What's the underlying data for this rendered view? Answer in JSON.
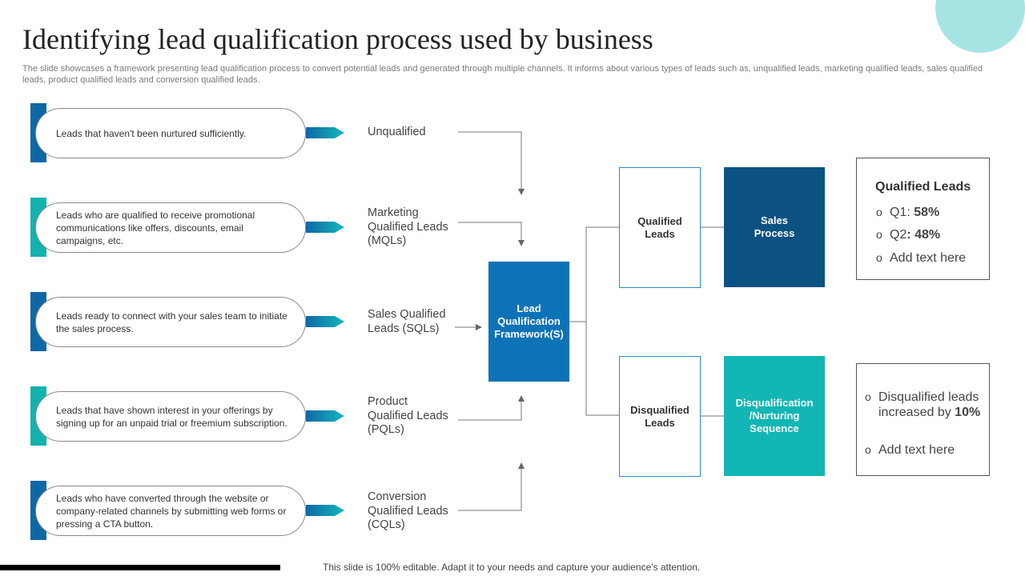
{
  "title": "Identifying lead qualification process used by business",
  "subtitle": "The slide showcases a framework presenting lead qualification process to convert potential leads and generated through multiple channels. It informs about various types of leads such as, unqualified leads, marketing qualified leads, sales qualified leads, product qualified leads and conversion qualified leads.",
  "rows": [
    {
      "description": "Leads that haven't been nurtured sufficiently.",
      "stage": "Unqualified"
    },
    {
      "description": "Leads who are qualified to receive promotional communications like offers, discounts, email campaigns, etc.",
      "stage": "Marketing\nQualified Leads\n(MQLs)"
    },
    {
      "description": "Leads ready to connect with your sales team to initiate the sales process.",
      "stage": "Sales Qualified\nLeads (SQLs)"
    },
    {
      "description": "Leads that have shown interest in your offerings by signing up for an unpaid trial or freemium subscription.",
      "stage": "Product\nQualified Leads\n(PQLs)"
    },
    {
      "description": "Leads who have converted through the website or company-related channels by submitting web forms or pressing a CTA button.",
      "stage": "Conversion\nQualified Leads\n(CQLs)"
    }
  ],
  "framework": "Lead\nQualification\nFramework(S)",
  "qualified_leads": "Qualified\nLeads",
  "sales_process": "Sales\nProcess",
  "disqualified_leads": "Disqualified\nLeads",
  "disqualification_sequence": "Disqualification\n/Nurturing\nSequence",
  "qualified_panel": {
    "heading": "Qualified Leads",
    "q1_label": "Q1: ",
    "q1_value": "58%",
    "q2_label": "Q2",
    "q2_value": ": 48%",
    "extra": "Add text here"
  },
  "disqualified_panel": {
    "line1": "Disqualified leads",
    "line2_prefix": "increased by ",
    "line2_value": "10%",
    "extra": "Add text here"
  },
  "bullet_symbol": "o",
  "footer": "This slide is 100% editable. Adapt it to your needs and capture your audience's attention.",
  "colors": {
    "blue": "#0e72b6",
    "dark_blue": "#0b5283",
    "teal": "#12b6b4",
    "light_teal": "#a6e4e4"
  }
}
